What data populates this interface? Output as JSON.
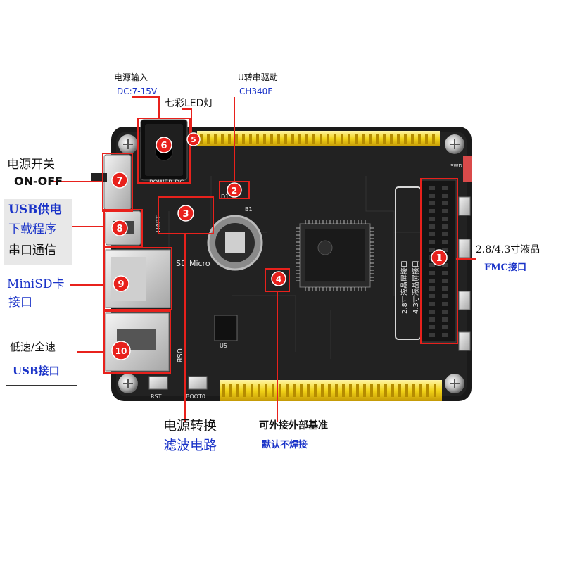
{
  "labels": {
    "power_input": "电源输入",
    "power_input_spec": "DC:7-15V",
    "usb_serial_driver": "U转串驱动",
    "usb_serial_chip": "CH340E",
    "rgb_led": "七彩LED灯",
    "power_switch": "电源开关",
    "on_off": "ON-OFF",
    "usb_power": "USB供电",
    "download_program": "下载程序",
    "serial_comm": "串口通信",
    "minisd_card": "MiniSD卡",
    "interface": "接口",
    "low_full_speed": "低速/全速",
    "usb_interface": "USB接口",
    "lcd_size": "2.8/4.3寸液晶",
    "fmc_interface": "FMC接口",
    "power_conversion": "电源转换",
    "filter_circuit": "滤波电路",
    "external_reference": "可外接外部基准",
    "default_no_solder": "默认不焊接"
  },
  "markers": [
    "1",
    "2",
    "3",
    "4",
    "5",
    "6",
    "7",
    "8",
    "9",
    "10"
  ],
  "board_text": {
    "power_dc": "POWER DC",
    "uart": "UART",
    "sd_micro": "SD Micro",
    "usb": "USB",
    "lcd_28": "2.8寸液晶屏接口",
    "lcd_43": "4.3寸液晶屏接口",
    "swd": "SWD",
    "rst": "RST",
    "boot0": "BOOT0",
    "d1": "D1",
    "b1": "B1",
    "u5": "U5"
  },
  "colors": {
    "accent_red": "#e8211c",
    "label_blue": "#1a33c8",
    "pcb": "#1c1c1c",
    "header_yellow": "#f2d317"
  }
}
